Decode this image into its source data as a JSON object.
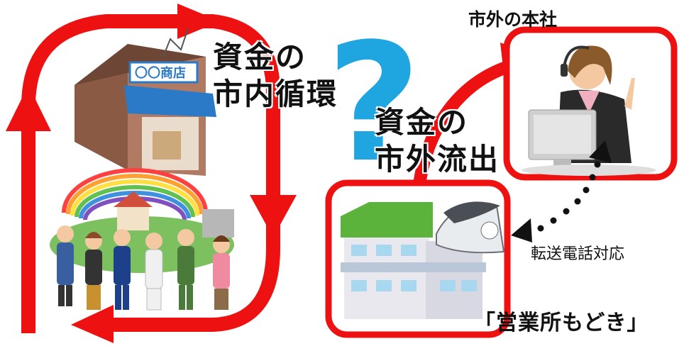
{
  "diagram": {
    "left_loop": {
      "title_line1": "資金の",
      "title_line2": "市内循環",
      "shop_sign": "〇〇商店"
    },
    "center_mark": "?",
    "outflow": {
      "title_line1": "資金の",
      "title_line2": "市外流出"
    },
    "head_office": {
      "label": "市外の本社"
    },
    "branch": {
      "label": "「営業所もどき」"
    },
    "forwarding": {
      "label": "転送電話対応"
    }
  },
  "colors": {
    "loop_red": "#ee1111",
    "question_blue": "#1fa6e0",
    "shop_brown": "#8a5a45",
    "awning_blue": "#2a7ac7",
    "roof_green": "#5bb33b"
  },
  "icons": [
    "shop-icon",
    "townspeople-icon",
    "operator-icon",
    "building-icon",
    "telephone-icon",
    "rainbow-icon"
  ]
}
